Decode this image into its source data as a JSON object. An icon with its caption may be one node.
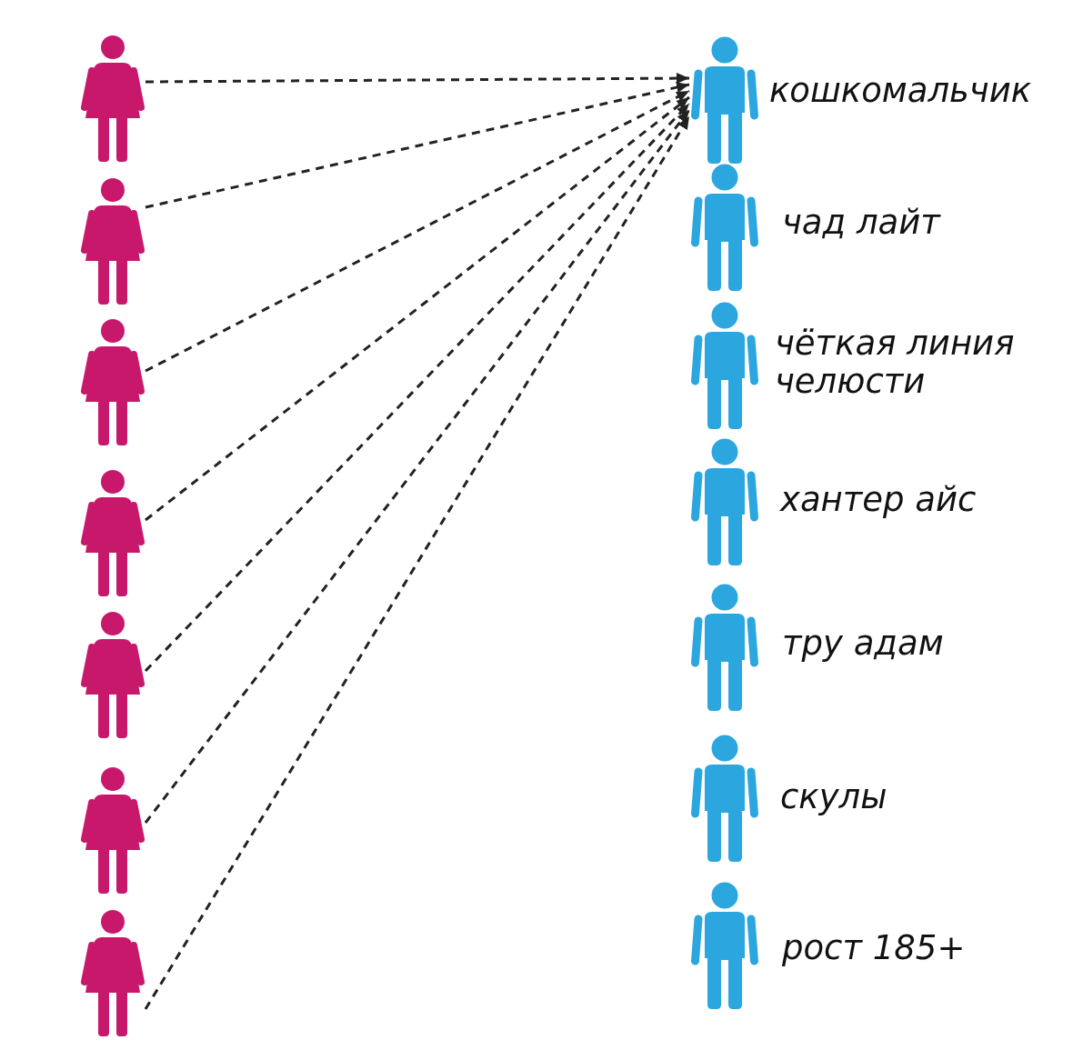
{
  "diagram": {
    "nodes": [
      {
        "text": [],
        "shape": "woman"
      },
      {
        "text": [],
        "shape": "woman"
      },
      {
        "text": [],
        "shape": "woman"
      },
      {
        "text": [],
        "shape": "woman"
      },
      {
        "text": [],
        "shape": "woman"
      },
      {
        "text": [],
        "shape": "woman"
      },
      {
        "text": [],
        "shape": "woman"
      },
      {
        "text": [],
        "shape": "man",
        "beside": [
          "кошкомальчик"
        ]
      },
      {
        "text": [],
        "shape": "man",
        "beside": [
          "чад лайт"
        ]
      },
      {
        "text": [],
        "shape": "man",
        "beside": [
          "чёткая линия челюсти"
        ]
      },
      {
        "text": [],
        "shape": "man",
        "beside": [
          "хантер айс"
        ]
      },
      {
        "text": [],
        "shape": "man",
        "beside": [
          "тру адам"
        ]
      },
      {
        "text": [],
        "shape": "man",
        "beside": [
          "скулы"
        ]
      },
      {
        "text": [],
        "shape": "man",
        "beside": [
          "рост 185+"
        ]
      }
    ],
    "edges": [
      {
        "from": 0,
        "to": 7,
        "arrow": "to",
        "style": "dashed"
      },
      {
        "from": 1,
        "to": 7,
        "arrow": "to",
        "style": "dashed"
      },
      {
        "from": 2,
        "to": 7,
        "arrow": "to",
        "style": "dashed"
      },
      {
        "from": 3,
        "to": 7,
        "arrow": "to",
        "style": "dashed"
      },
      {
        "from": 4,
        "to": 7,
        "arrow": "to",
        "style": "dashed"
      },
      {
        "from": 5,
        "to": 7,
        "arrow": "to",
        "style": "dashed"
      },
      {
        "from": 6,
        "to": 7,
        "arrow": "to",
        "style": "dashed"
      }
    ]
  }
}
